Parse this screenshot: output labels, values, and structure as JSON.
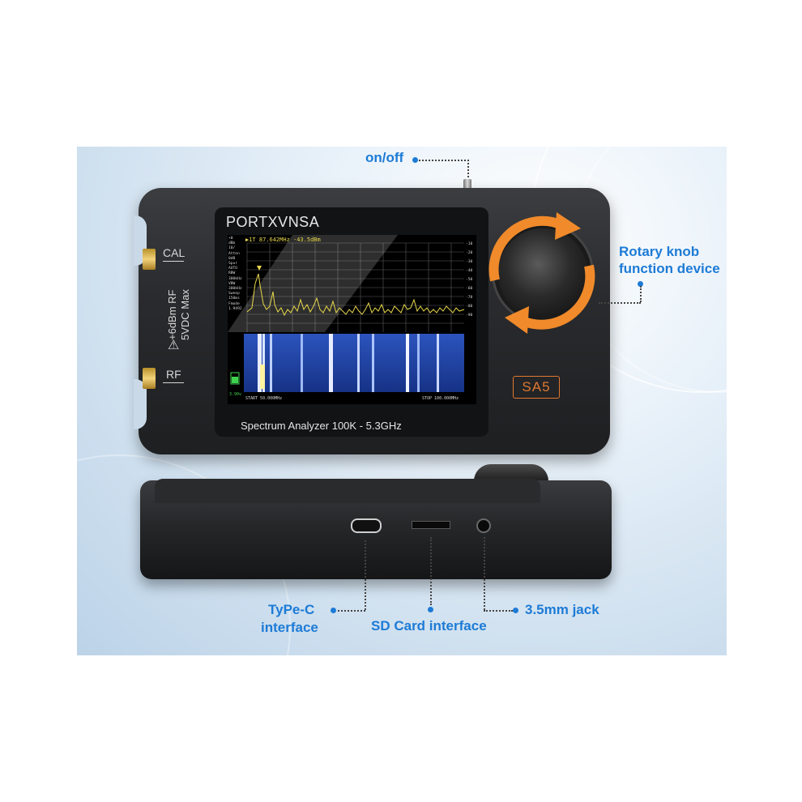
{
  "device": {
    "brand": "PORTXVNSA",
    "subtitle": "Spectrum Analyzer 100K - 5.3GHz",
    "model_badge": "SA5",
    "ports": {
      "cal_label": "CAL",
      "rf_label": "RF",
      "warning_line1": "+6dBm RF",
      "warning_line2": "5VDC Max"
    },
    "screen": {
      "marker_readout": "▶1T  87.642MHz -43.5dBm",
      "left_panel": [
        "+0",
        "dBm",
        "10/",
        "Atten",
        "0dB",
        "Spur",
        "AUTO",
        "RBW",
        "300kHz",
        "VBW",
        "300kHz",
        "Sweep",
        "150ms",
        "Fmode",
        "1.9492"
      ],
      "right_scale": [
        "-10",
        "-20",
        "-30",
        "-40",
        "-50",
        "-60",
        "-70",
        "-80",
        "-90"
      ],
      "battery": "3.90v",
      "start_label": "START 50.000MHz",
      "stop_label": "STOP 100.000MHz",
      "marker_tag": "1"
    }
  },
  "callouts": {
    "on_off": "on/off",
    "rotary_line1": "Rotary knob",
    "rotary_line2": "function device",
    "typec_line1": "TyPe-C",
    "typec_line2": "interface",
    "sd_card": "SD Card interface",
    "jack": "3.5mm jack"
  },
  "colors": {
    "accent_blue": "#1d7bd6",
    "orange": "#e0782f",
    "trace_yellow": "#e8d84a"
  }
}
